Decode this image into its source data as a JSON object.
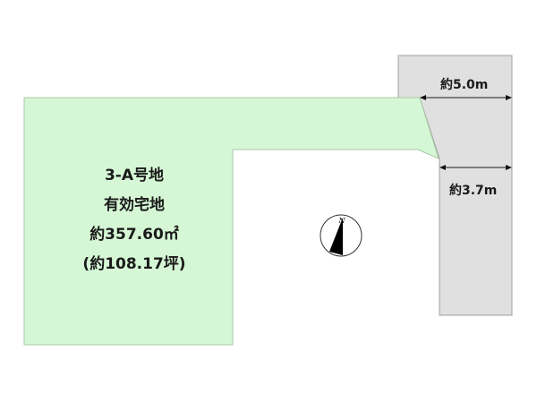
{
  "plot": {
    "lot_name": "3-A号地",
    "type": "有効宅地",
    "area_sqm": "約357.60㎡",
    "area_tsubo": "(約108.17坪)"
  },
  "dimensions": {
    "road_top": "約5.0m",
    "road_lower": "約3.7m"
  },
  "compass": {
    "label": "N"
  },
  "colors": {
    "plot_fill": "#d5f7d5",
    "plot_stroke": "#a8c8a8",
    "road_fill": "#e0e0e0",
    "road_stroke": "#a0a0a0"
  }
}
